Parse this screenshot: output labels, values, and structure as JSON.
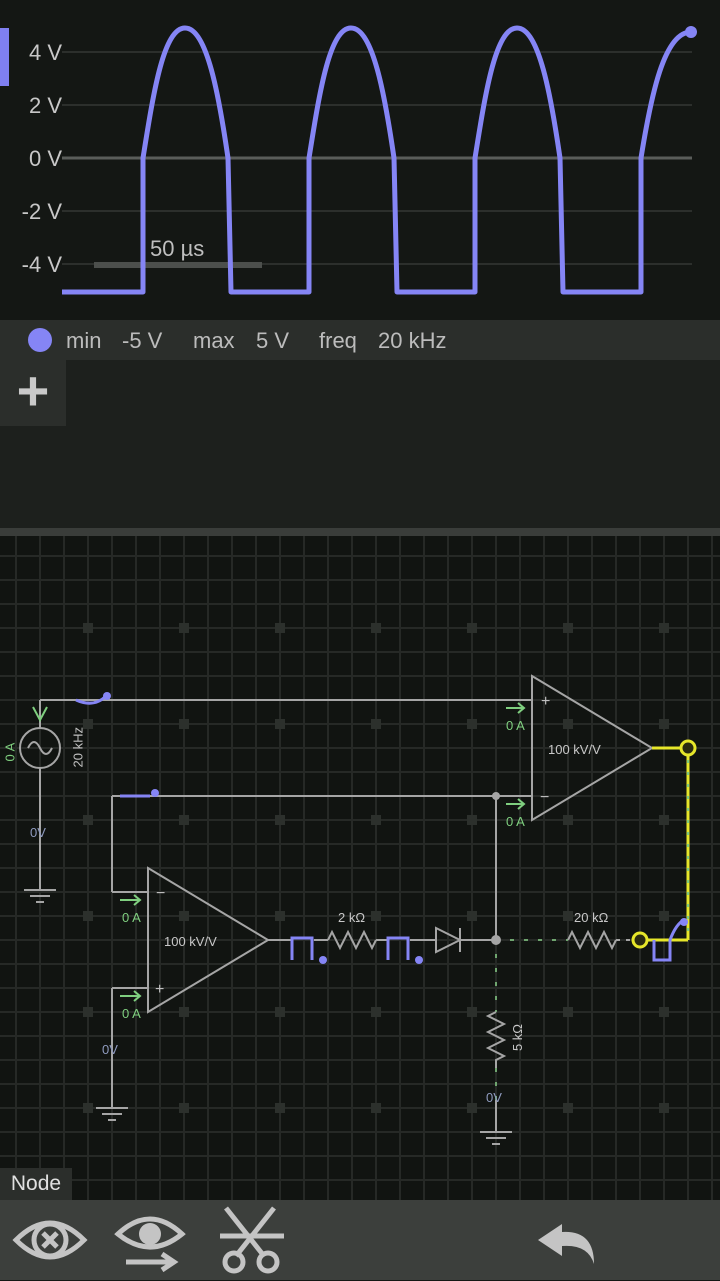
{
  "scope": {
    "y_axis_labels": [
      "4 V",
      "2 V",
      "0 V",
      "-2 V",
      "-4 V"
    ],
    "timebase": "50 µs",
    "trace_color": "#8585f5",
    "info": {
      "min_label": "min",
      "min_value": "-5 V",
      "max_label": "max",
      "max_value": "5 V",
      "freq_label": "freq",
      "freq_value": "20 kHz"
    }
  },
  "add_button_label": "+",
  "circuit": {
    "source_current": "0 A",
    "source_freq": "20 kHz",
    "source_ground_v": "0V",
    "opamp_top": {
      "gain": "100 kV/V",
      "plus_current": "0 A",
      "minus_current": "0 A",
      "plus": "+",
      "minus": "−"
    },
    "opamp_bottom": {
      "gain": "100 kV/V",
      "minus_current": "0 A",
      "plus_current": "0 A",
      "plus": "+",
      "minus": "−"
    },
    "opamp_bottom_ground_v": "0V",
    "resistor_2k": "2 kΩ",
    "resistor_20k": "20 kΩ",
    "resistor_5k": "5 kΩ",
    "resistor_5k_ground_v": "0V",
    "highlight_color": "#e6e62a"
  },
  "node_label": "Node",
  "toolbar": {
    "icons": [
      "hide-icon",
      "show-arrow-icon",
      "cut-icon",
      "undo-icon"
    ]
  }
}
